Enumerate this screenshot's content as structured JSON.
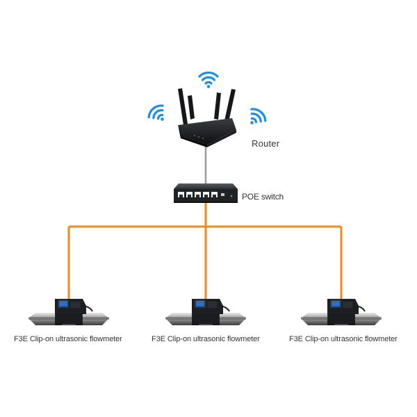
{
  "diagram": {
    "router": {
      "label": "Router"
    },
    "switch": {
      "label": "POE switch"
    },
    "flowmeters": [
      {
        "label": "F3E Clip-on ultrasonic flowmeter"
      },
      {
        "label": "F3E Clip-on ultrasonic flowmeter"
      },
      {
        "label": "F3E Clip-on ultrasonic flowmeter"
      }
    ],
    "colors": {
      "wifi": "#1a8fe3",
      "cable": "#f08a1c",
      "router_cable": "#9a9a9a",
      "device": "#1c1f24"
    },
    "icons": [
      "wifi-icon",
      "router-icon",
      "switch-icon",
      "flowmeter-icon",
      "pipe-icon"
    ]
  }
}
